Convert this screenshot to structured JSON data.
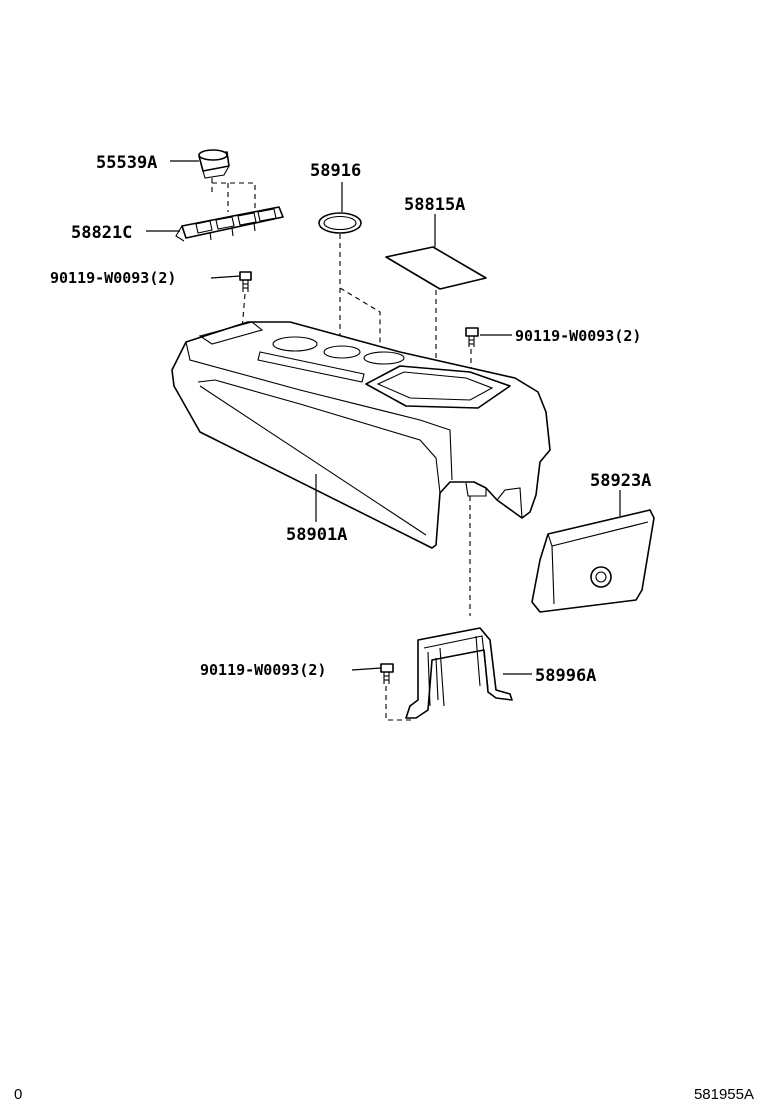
{
  "labels": {
    "p55539a": "55539A",
    "p58916": "58916",
    "p58815a": "58815A",
    "p58821c": "58821C",
    "bolt_upper_left": "90119-W0093(2)",
    "bolt_upper_right": "90119-W0093(2)",
    "p58923a": "58923A",
    "p58901a": "58901A",
    "bolt_lower": "90119-W0093(2)",
    "p58996a": "58996A"
  },
  "footer": {
    "left": "0",
    "right": "581955A"
  }
}
